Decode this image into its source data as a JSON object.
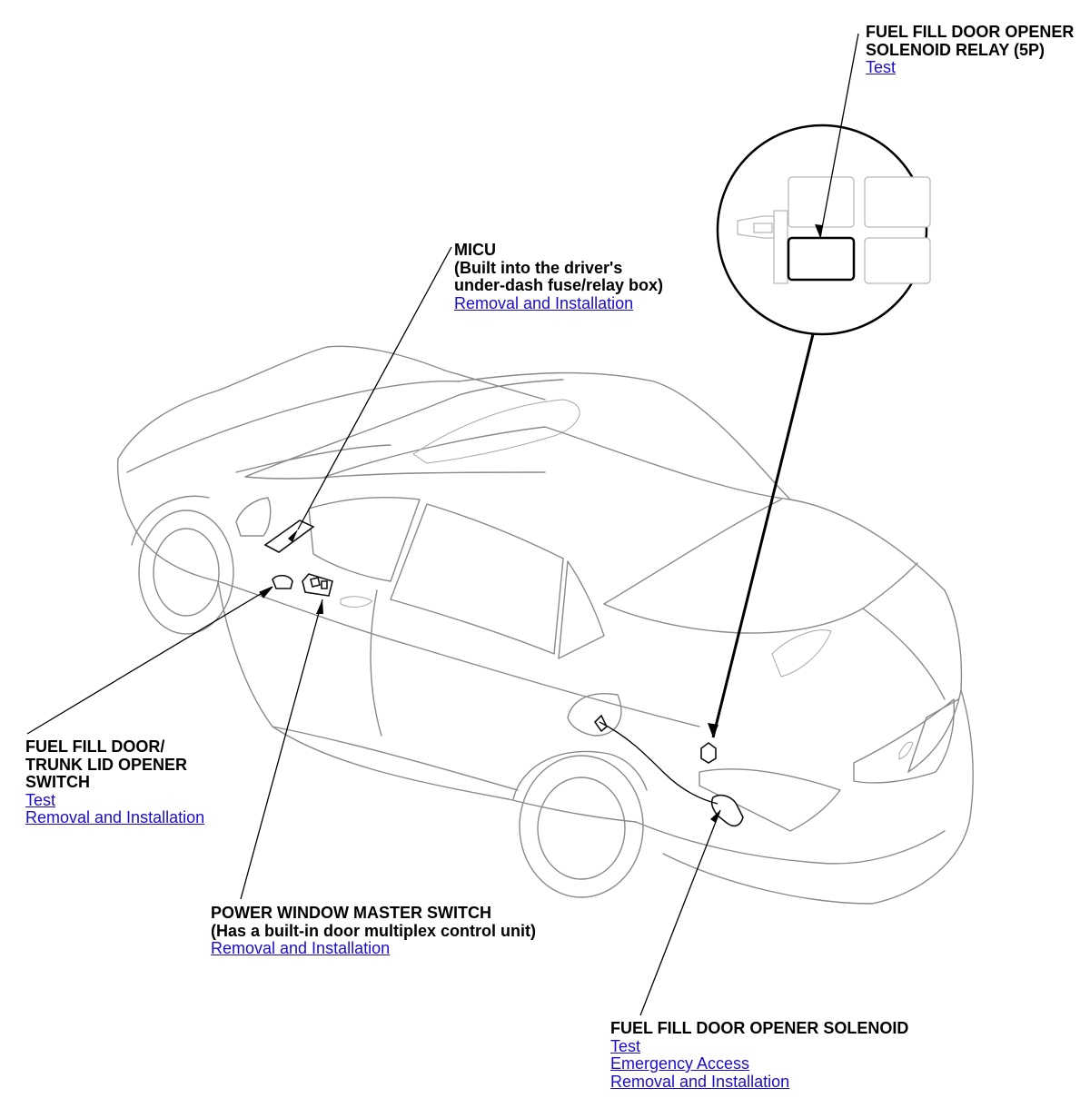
{
  "callouts": {
    "relay": {
      "title": "FUEL FILL DOOR OPENER\nSOLENOID RELAY (5P)",
      "links": [
        "Test"
      ]
    },
    "micu": {
      "title": "MICU\n(Built into the driver's\nunder-dash fuse/relay box)",
      "links": [
        "Removal and Installation"
      ]
    },
    "switch": {
      "title": "FUEL FILL DOOR/\nTRUNK LID OPENER\nSWITCH",
      "links": [
        "Test",
        "Removal and Installation"
      ]
    },
    "pwms": {
      "title": "POWER WINDOW MASTER SWITCH\n(Has a built-in door multiplex control unit)",
      "links": [
        "Removal and Installation"
      ]
    },
    "solenoid": {
      "title": "FUEL FILL DOOR OPENER SOLENOID",
      "links": [
        "Test",
        "Emergency Access",
        "Removal and Installation"
      ]
    }
  },
  "colors": {
    "link": "#1a0dcc",
    "linework": "#8a8a8a",
    "leader": "#000000"
  }
}
